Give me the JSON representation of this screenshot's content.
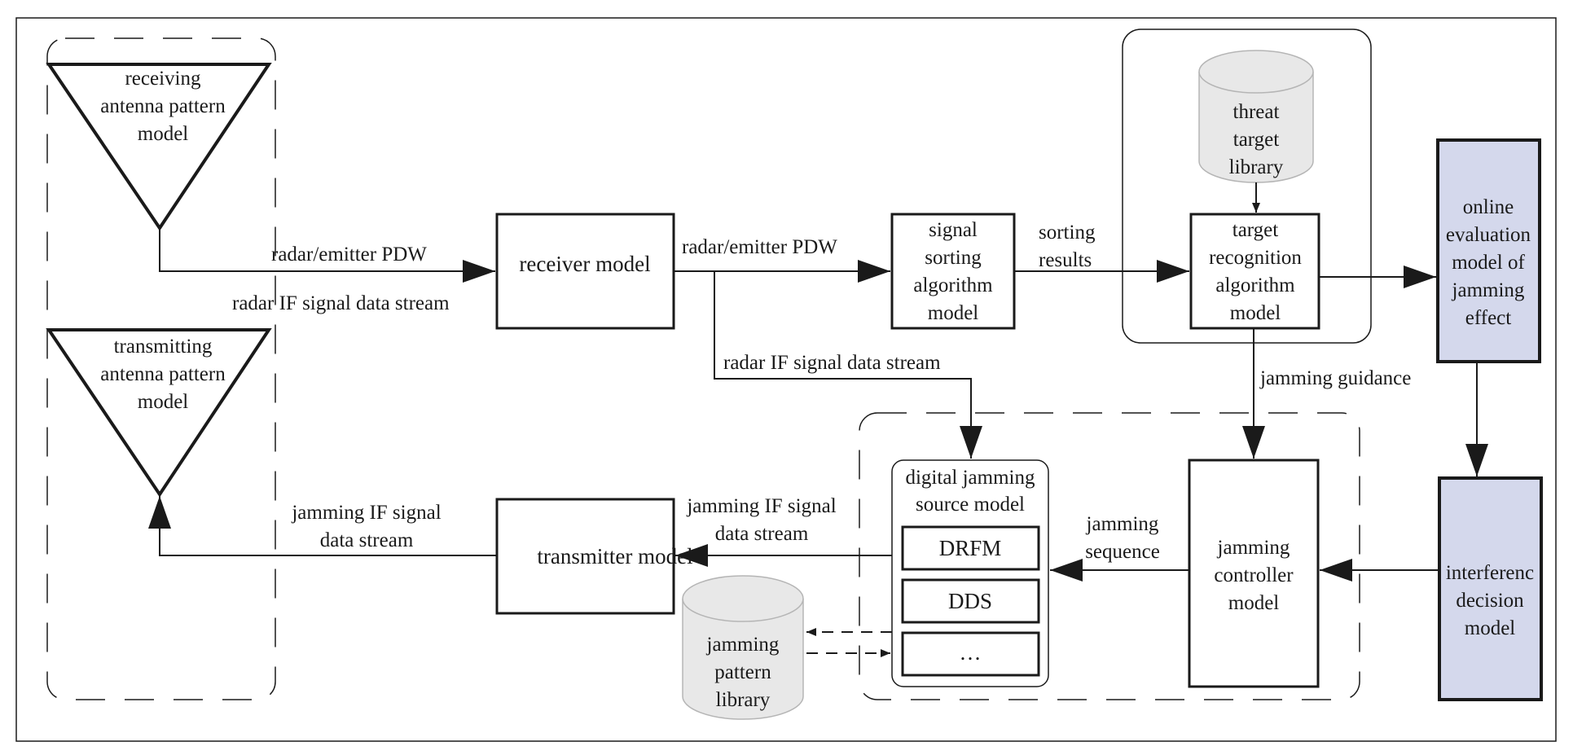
{
  "colors": {
    "line": "#1a1a1a",
    "blue_block": "#d4d8ec",
    "cylinder_fill": "#e8e8e8",
    "cylinder_stroke": "#b5b5b5"
  },
  "blocks": {
    "receiving_antenna": [
      "receiving",
      "antenna pattern",
      "model"
    ],
    "transmitting_antenna": [
      "transmitting",
      "antenna pattern",
      "model"
    ],
    "receiver": "receiver model",
    "transmitter": "transmitter model",
    "signal_sorting": [
      "signal",
      "sorting",
      "algorithm",
      "model"
    ],
    "threat_library": [
      "threat",
      "target",
      "library"
    ],
    "target_recognition": [
      "target",
      "recognition",
      "algorithm",
      "model"
    ],
    "online_evaluation": [
      "online",
      "evaluation",
      "model of",
      "jamming",
      "effect"
    ],
    "interference_decision": [
      "interferenc",
      "decision",
      "model"
    ],
    "jamming_controller": [
      "jamming",
      "controller",
      "model"
    ],
    "digital_jamming_source": [
      "digital jamming",
      "source model"
    ],
    "drfm": "DRFM",
    "dds": "DDS",
    "ellipsis": "…",
    "jamming_pattern_library": [
      "jamming",
      "pattern",
      "library"
    ]
  },
  "labels": {
    "radar_pdw_1": "radar/emitter PDW",
    "radar_if_1": "radar IF signal data stream",
    "radar_pdw_2": "radar/emitter PDW",
    "sorting_results": [
      "sorting",
      "results"
    ],
    "radar_if_2": "radar IF signal data stream",
    "jamming_guidance": "jamming guidance",
    "jamming_sequence": [
      "jamming",
      "sequence"
    ],
    "jamming_if_1": [
      "jamming IF signal",
      "data stream"
    ],
    "jamming_if_2": [
      "jamming IF signal",
      "data stream"
    ]
  }
}
